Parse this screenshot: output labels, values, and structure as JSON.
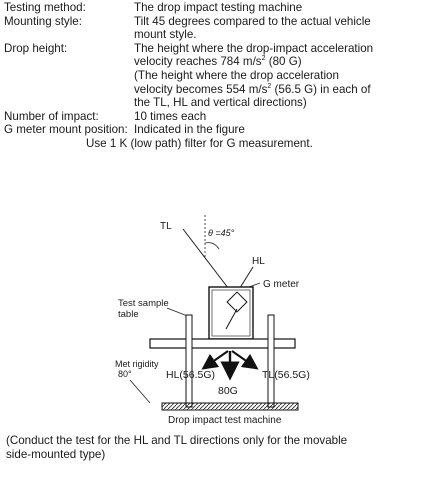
{
  "spec": {
    "testing_method": {
      "label": "Testing method:",
      "value": "The drop impact testing machine"
    },
    "mounting_style": {
      "label": "Mounting style:",
      "value_1": "Tilt 45 degrees compared to the actual vehicle",
      "value_2": "mount style."
    },
    "drop_height": {
      "label": "Drop height:",
      "line_1": "The height where the drop-impact acceleration",
      "line_2_pre": "velocity reaches 784 m/s",
      "line_2_sup": "2",
      "line_2_post": " (80 G)",
      "line_3": "(The height where the drop acceleration",
      "line_4_pre": "velocity becomes 554 m/s",
      "line_4_sup": "2",
      "line_4_post": " (56.5 G) in each of",
      "line_5": "the TL, HL and vertical directions)"
    },
    "number_of_impact": {
      "label": "Number of impact:",
      "value": "10 times each"
    },
    "g_meter_position": {
      "label": "G meter mount position:",
      "value": "Indicated in the figure"
    },
    "filter_note": "Use 1 K (low path) filter for G measurement."
  },
  "figure": {
    "tl_label": "TL",
    "angle_label": "θ =45°",
    "hl_label": "HL",
    "g_meter_label": "G meter",
    "sample_label_1": "Test sample",
    "sample_label_2": "table",
    "rigidity_label_1": "Met rigidity",
    "rigidity_label_2": "80°",
    "hl_g": "HL(56.5G)",
    "tl_g": "TL(56.5G)",
    "center_g": "80G",
    "machine_label": "Drop impact test machine"
  },
  "footer": {
    "line_1": "(Conduct the test for the HL and TL directions only for the movable",
    "line_2": "side-mounted type)"
  }
}
